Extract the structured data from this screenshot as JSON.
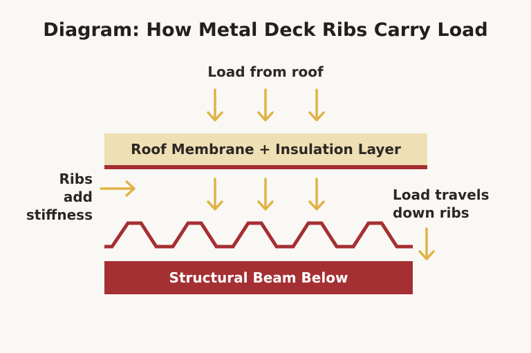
{
  "title": "Diagram: How Metal Deck Ribs Carry Load",
  "labels": {
    "load_from_roof": "Load from roof",
    "membrane": "Roof Membrane + Insulation Layer",
    "ribs_add_stiffness": [
      "Ribs",
      "add",
      "stiffness"
    ],
    "load_travels": [
      "Load travels",
      "down ribs"
    ],
    "beam": "Structural Beam Below"
  },
  "colors": {
    "arrow": "#e0b244",
    "membrane_fill": "#efdfb5",
    "deck_red": "#a52f33",
    "beam_fill": "#a53033",
    "background": "#faf8f4"
  }
}
